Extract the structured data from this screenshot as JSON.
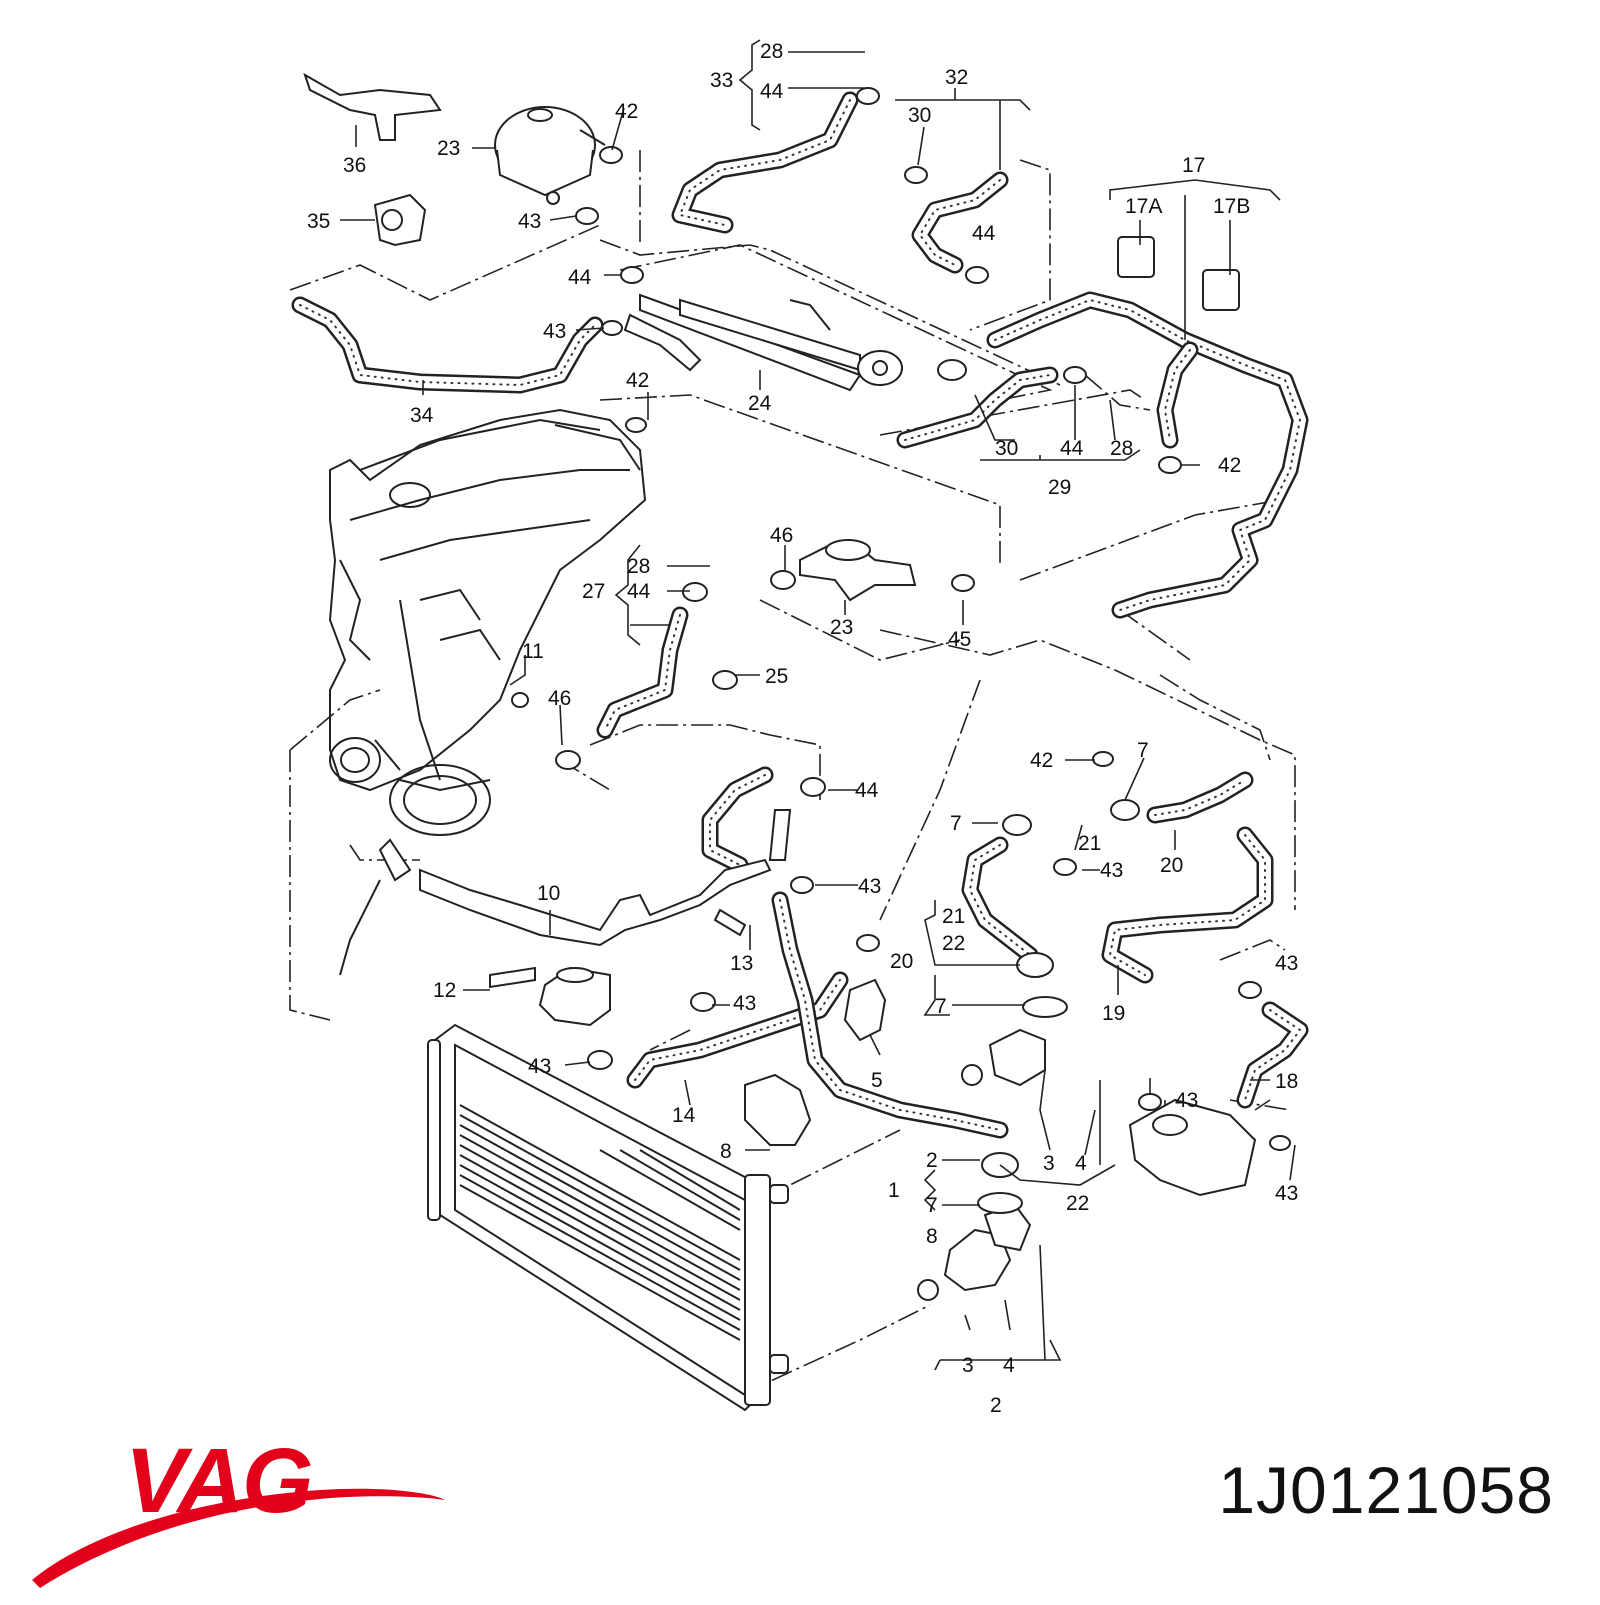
{
  "diagram": {
    "callouts": [
      "28",
      "33",
      "44",
      "42",
      "32",
      "30",
      "23",
      "36",
      "35",
      "43",
      "17",
      "17A",
      "17B",
      "44",
      "44",
      "43",
      "34",
      "24",
      "42",
      "30",
      "44",
      "28",
      "29",
      "42",
      "46",
      "28",
      "27",
      "44",
      "23",
      "45",
      "25",
      "11",
      "46",
      "44",
      "42",
      "7",
      "7",
      "21",
      "43",
      "20",
      "10",
      "43",
      "13",
      "12",
      "43",
      "21",
      "22",
      "20",
      "7",
      "19",
      "43",
      "18",
      "43",
      "5",
      "43",
      "14",
      "8",
      "3",
      "4",
      "22",
      "2",
      "1",
      "7",
      "8",
      "43",
      "3",
      "4",
      "2"
    ]
  },
  "brand": {
    "logo_text": "VAG",
    "logo_color": "#e3001b"
  },
  "part_number": "1J0121058"
}
